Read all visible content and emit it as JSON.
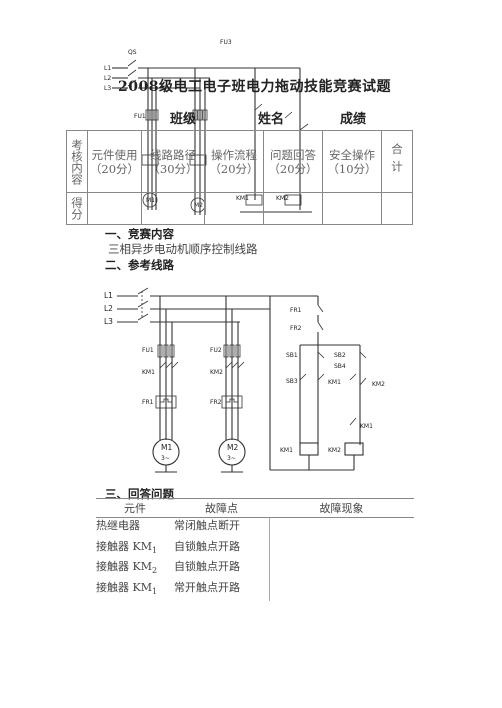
{
  "title": "2008级电工电子班电力拖动技能竞赛试题",
  "info": {
    "class_label": "班级",
    "name_label": "姓名",
    "score_label": "成绩"
  },
  "score_table": {
    "row1_header": "考核内容",
    "row2_header": "得分",
    "columns": [
      {
        "name": "元件使用",
        "points": "（20分）"
      },
      {
        "name": "线路路径",
        "points": "（30分）"
      },
      {
        "name": "操作流程",
        "points": "（20分）"
      },
      {
        "name": "问题回答",
        "points": "（20分）"
      },
      {
        "name": "安全操作",
        "points": "（10分）"
      }
    ],
    "total": "合计"
  },
  "section1": {
    "heading": "一、竞赛内容",
    "text": "三相异步电动机顺序控制线路"
  },
  "section2": {
    "heading": "二、参考线路"
  },
  "section3": {
    "heading": "三、回答问题"
  },
  "qa_table": {
    "headers": [
      "元件",
      "故障点",
      "故障现象"
    ],
    "rows": [
      {
        "component_main": "热继电器",
        "component_sub": "",
        "fault": "常闭触点断开"
      },
      {
        "component_main": "接触器 KM",
        "component_sub": "1",
        "fault": "自锁触点开路"
      },
      {
        "component_main": "接触器 KM",
        "component_sub": "2",
        "fault": "自锁触点开路"
      },
      {
        "component_main": "接触器 KM",
        "component_sub": "1",
        "fault": "常开触点开路"
      }
    ]
  },
  "circuit": {
    "lines": [
      "L1",
      "L2",
      "L3"
    ],
    "fuses": [
      "FU1",
      "FU2"
    ],
    "relays": [
      "FR1",
      "FR2"
    ],
    "contactors": [
      "KM1",
      "KM2"
    ],
    "buttons": [
      "SB1",
      "SB2",
      "SB3",
      "SB4"
    ],
    "motors": [
      "M1",
      "M2"
    ],
    "motor_sub": "3~"
  }
}
